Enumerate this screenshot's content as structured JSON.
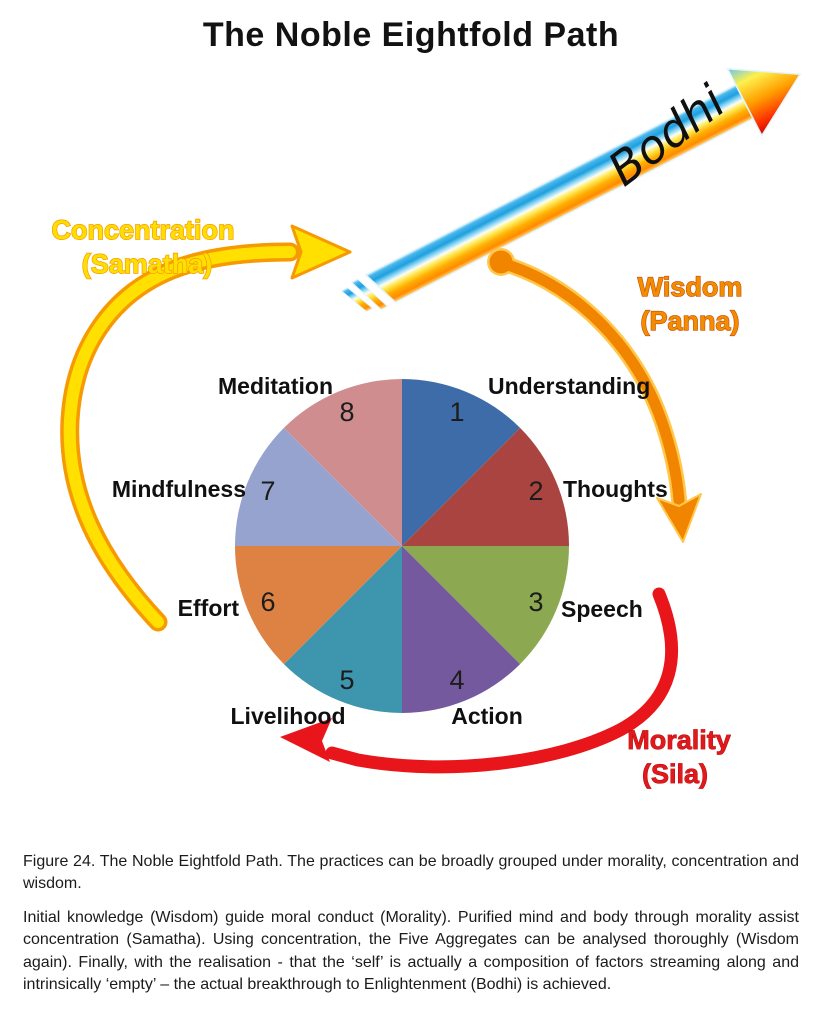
{
  "title": "The Noble Eightfold Path",
  "diagram": {
    "bodhi_label": "Bodhi",
    "groups": [
      {
        "name": "concentration",
        "line1": "Concentration",
        "line2": "(Samatha)",
        "color": "#FFDF00",
        "outline": "#F79900"
      },
      {
        "name": "wisdom",
        "line1": "Wisdom",
        "line2": "(Panna)",
        "color": "#F28C00",
        "outline": "#C84B00"
      },
      {
        "name": "morality",
        "line1": "Morality",
        "line2": "(Sila)",
        "color": "#E0191D",
        "outline": "#AF0000"
      }
    ],
    "wheel": {
      "segments": [
        {
          "number": "1",
          "label": "Understanding",
          "color": "#3E6CA9"
        },
        {
          "number": "2",
          "label": "Thoughts",
          "color": "#A94441"
        },
        {
          "number": "3",
          "label": "Speech",
          "color": "#8CA952"
        },
        {
          "number": "4",
          "label": "Action",
          "color": "#75599E"
        },
        {
          "number": "5",
          "label": "Livelihood",
          "color": "#3D96AE"
        },
        {
          "number": "6",
          "label": "Effort",
          "color": "#DE8244"
        },
        {
          "number": "7",
          "label": "Mindfulness",
          "color": "#95A3CE"
        },
        {
          "number": "8",
          "label": "Meditation",
          "color": "#D08D8F"
        }
      ]
    }
  },
  "figure_caption": "Figure 24. The Noble Eightfold Path. The practices can be broadly grouped under morality, concentration and wisdom.",
  "paragraph": "Initial knowledge (Wisdom) guide moral conduct (Morality). Purified mind and body through morality assist concentration (Samatha). Using concentration, the Five Aggregates can be analysed thoroughly (Wisdom again). Finally, with the realisation - that the ‘self’ is actually a composition of factors streaming along and intrinsically ‘empty’ – the actual breakthrough to Enlightenment (Bodhi) is achieved."
}
